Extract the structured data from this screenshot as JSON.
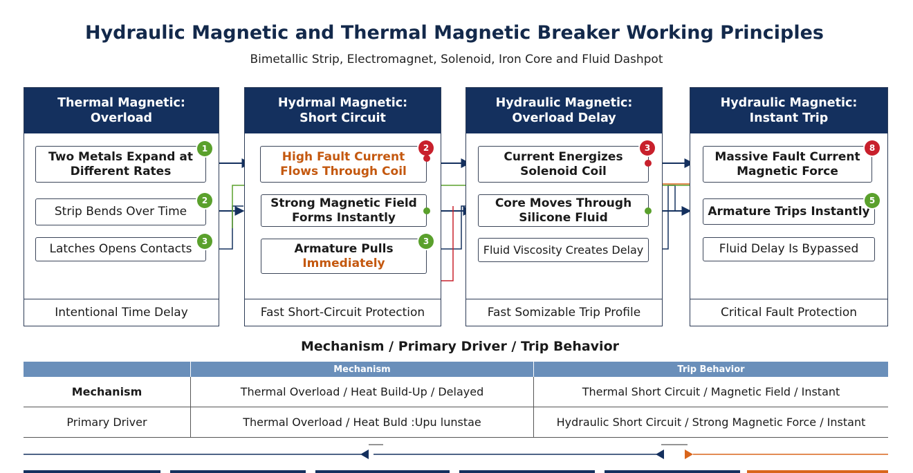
{
  "title": "Hydraulic Magnetic and Thermal Magnetic Breaker Working Principles",
  "subtitle": "Bimetallic Strip, Electromagnet, Solenoid, Iron Core and Fluid Dashpot",
  "panels": [
    {
      "head1": "Thermal Magnetic:",
      "head2": "Overload",
      "steps": [
        {
          "l1": "Two Metals Expand at",
          "l2": "Different Rates",
          "badge": "1",
          "color": "green"
        },
        {
          "l1": "Strip Bends Over Time",
          "badge": "2",
          "color": "green"
        },
        {
          "l1": "Latches Opens Contacts",
          "badge": "3",
          "color": "green"
        }
      ],
      "footer": "Intentional Time Delay"
    },
    {
      "head1": "Hydrmal Magnetic:",
      "head2": "Short Circuit",
      "steps": [
        {
          "l1": "High Fault Current",
          "l2": "Flows Through Coil",
          "badge": "2",
          "color": "red"
        },
        {
          "l1": "Strong Magnetic Field",
          "l2": "Forms Instantly"
        },
        {
          "l1": "Armature Pulls",
          "l2": "Immediately",
          "badge": "3",
          "color": "green"
        }
      ],
      "footer": "Fast Short-Circuit Protection"
    },
    {
      "head1": "Hydraulic Magnetic:",
      "head2": "Overload Delay",
      "steps": [
        {
          "l1": "Current Energizes",
          "l2": "Solenoid Coil",
          "badge": "3",
          "color": "red"
        },
        {
          "l1": "Core Moves Through",
          "l2": "Silicone Fluid"
        },
        {
          "l1": "Fluid Viscosity Creates Delay"
        }
      ],
      "footer": "Fast Somizable Trip Profile"
    },
    {
      "head1": "Hydraulic Magnetic:",
      "head2": "Instant Trip",
      "steps": [
        {
          "l1": "Massive Fault Current",
          "l2": "Magnetic Force",
          "badge": "8",
          "color": "red"
        },
        {
          "l1": "Armature Trips Instantly",
          "badge": "5",
          "color": "green"
        },
        {
          "l1": "Fluid Delay Is Bypassed"
        }
      ],
      "footer": "Critical Fault Protection"
    }
  ],
  "table": {
    "title": "Mechanism / Primary Driver / Trip Behavior",
    "headers": [
      "",
      "Mechanism",
      "Trip Behavior"
    ],
    "rows": [
      [
        "Mechanism",
        "Thermal Overload / Heat Build-Up / Delayed",
        "Thermal Short Circuit / Magnetic Field / Instant"
      ],
      [
        "Primary Driver",
        "Thermal Overload / Heat Buld :Upu lunstae",
        "Hydraulic Short Circuit / Strong Magnetic Force / Instant"
      ]
    ]
  },
  "colors": {
    "navy": "#14305e",
    "green": "#5aa02c",
    "red": "#c8202c",
    "orange": "#d9651b",
    "header_blue": "#6a8fba"
  }
}
